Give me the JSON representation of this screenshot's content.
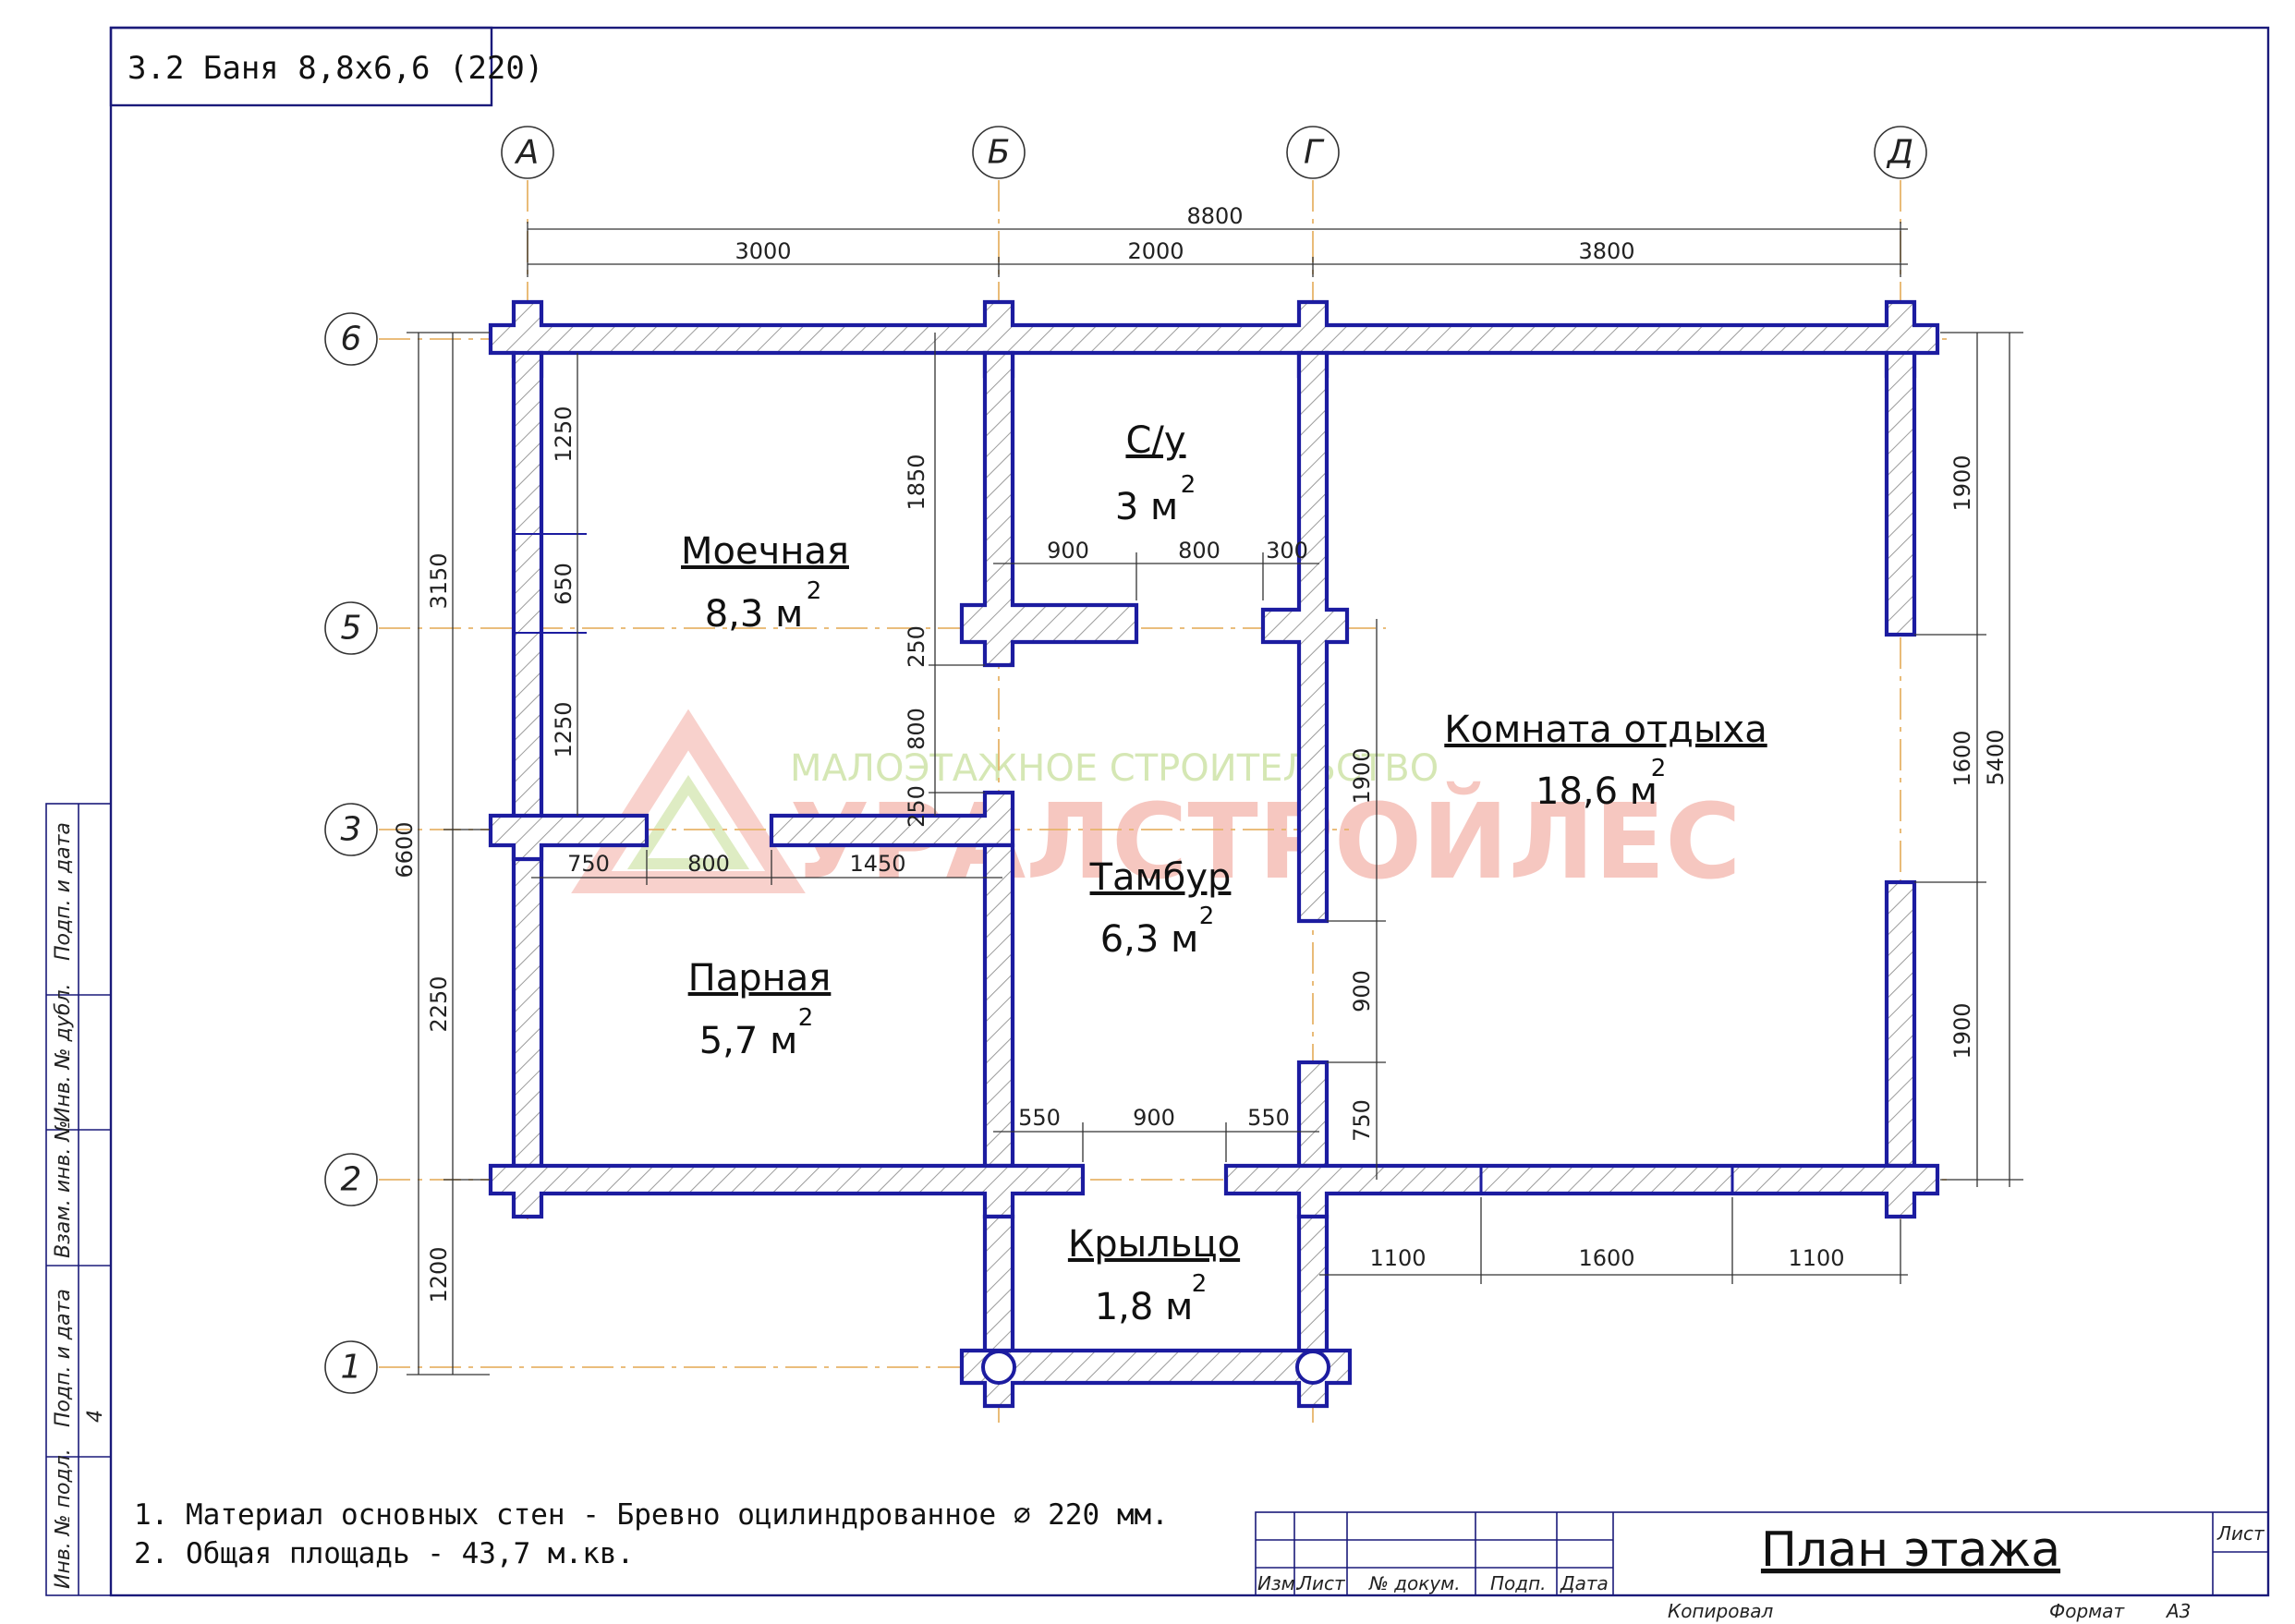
{
  "drawing_title": "3.2 Баня 8,8х6,6 (220)",
  "axes": {
    "columns": [
      "А",
      "Б",
      "Г",
      "Д"
    ],
    "rows": [
      "6",
      "5",
      "3",
      "2",
      "1"
    ]
  },
  "rooms": {
    "bathroom": {
      "name": "С/у",
      "area": "3 м",
      "sup": "2"
    },
    "washroom": {
      "name": "Моечная",
      "area": "8,3 м",
      "sup": "2"
    },
    "lounge": {
      "name": "Комната отдыха",
      "area": "18,6 м",
      "sup": "2"
    },
    "vestibule": {
      "name": "Тамбур",
      "area": "6,3 м",
      "sup": "2"
    },
    "steam_room": {
      "name": "Парная",
      "area": "5,7 м",
      "sup": "2"
    },
    "porch": {
      "name": "Крыльцо",
      "area": "1,8 м",
      "sup": "2"
    }
  },
  "dimensions": {
    "overall_top": "8800",
    "top_segments": [
      "3000",
      "2000",
      "3800"
    ],
    "bathroom_door": [
      "900",
      "800",
      "300"
    ],
    "washroom_bottom": [
      "750",
      "800",
      "1450"
    ],
    "entrance": [
      "550",
      "900",
      "550"
    ],
    "lounge_bottom": [
      "1100",
      "1600",
      "1100"
    ],
    "left_overall": "6600",
    "left_segments": [
      "3150",
      "2250",
      "1200"
    ],
    "left_inner": [
      "1250",
      "650",
      "1250"
    ],
    "washroom_right": [
      "1850",
      "250",
      "800",
      "250"
    ],
    "vestibule_right": [
      "1900",
      "900",
      "750"
    ],
    "right_segments": [
      "1900",
      "1600",
      "1900"
    ],
    "right_overall": "5400"
  },
  "notes": [
    "1. Материал основных стен - Бревно оцилиндрованное ∅ 220 мм.",
    "2. Общая площадь - 43,7 м.кв."
  ],
  "title_block": {
    "headers": [
      "Изм.",
      "Лист",
      "№ докум.",
      "Подп.",
      "Дата"
    ],
    "sheet_name": "План этажа",
    "sheet_label": "Лист",
    "copied": "Копировал",
    "format_label": "Формат",
    "format_value": "А3"
  },
  "side_stamp": [
    "Подп. и дата",
    "Инв. № дубл.",
    "Взам. инв. №",
    "Подп. и дата",
    "Инв. № подл."
  ],
  "side_number": "4",
  "watermark": {
    "subtitle": "МАЛОЭТАЖНОЕ СТРОИТЕЛЬСТВО",
    "brand": "УРАЛСТРОЙЛЕС"
  }
}
